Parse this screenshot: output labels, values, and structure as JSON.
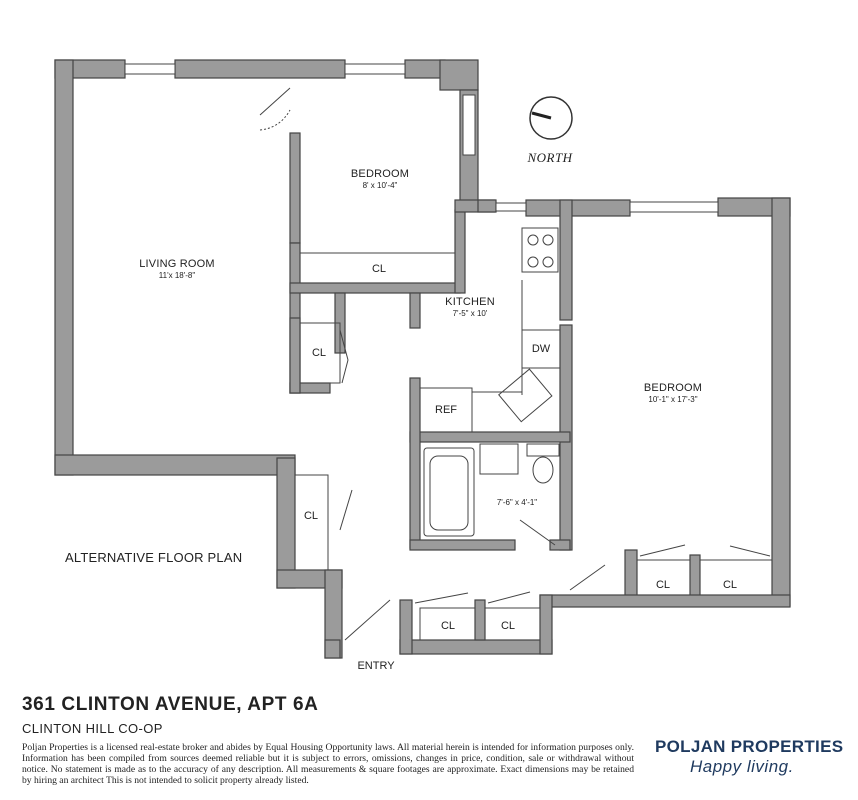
{
  "compass": {
    "label": "NORTH"
  },
  "rooms": {
    "living_room": {
      "label": "LIVING ROOM",
      "dims": "11'x 18'-8\""
    },
    "bedroom_1": {
      "label": "BEDROOM",
      "dims": "8' x 10'-4\""
    },
    "bedroom_2": {
      "label": "BEDROOM",
      "dims": "10'-1\" x 17'-3\""
    },
    "kitchen": {
      "label": "KITCHEN",
      "dims": "7'-5\" x 10'"
    },
    "bath": {
      "dims": "7'-6\" x 4'-1\""
    }
  },
  "fixtures": {
    "dw": "DW",
    "ref": "REF"
  },
  "closets": {
    "label": "CL"
  },
  "entry": "ENTRY",
  "plan_title": "ALTERNATIVE FLOOR PLAN",
  "listing": {
    "address": "361 CLINTON AVENUE, APT 6A",
    "subtitle": "CLINTON HILL CO-OP",
    "disclaimer": "Poljan Properties is a licensed real-estate broker and abides by Equal Housing Opportunity laws. All material herein is intended for information purposes only. Information has been compiled from sources deemed reliable but it is subject to errors, omissions, changes in price, condition, sale or withdrawal without notice. No statement is made as to the accuracy of any description. All measurements & square footages are approximate. Exact dimensions may be retained by hiring an architect This is not intended to solicit property already listed."
  },
  "brand": {
    "name": "POLJAN PROPERTIES",
    "tagline": "Happy living."
  },
  "colors": {
    "wall": "#999999",
    "wall_stroke": "#444444",
    "brand": "#1f3a5f"
  }
}
